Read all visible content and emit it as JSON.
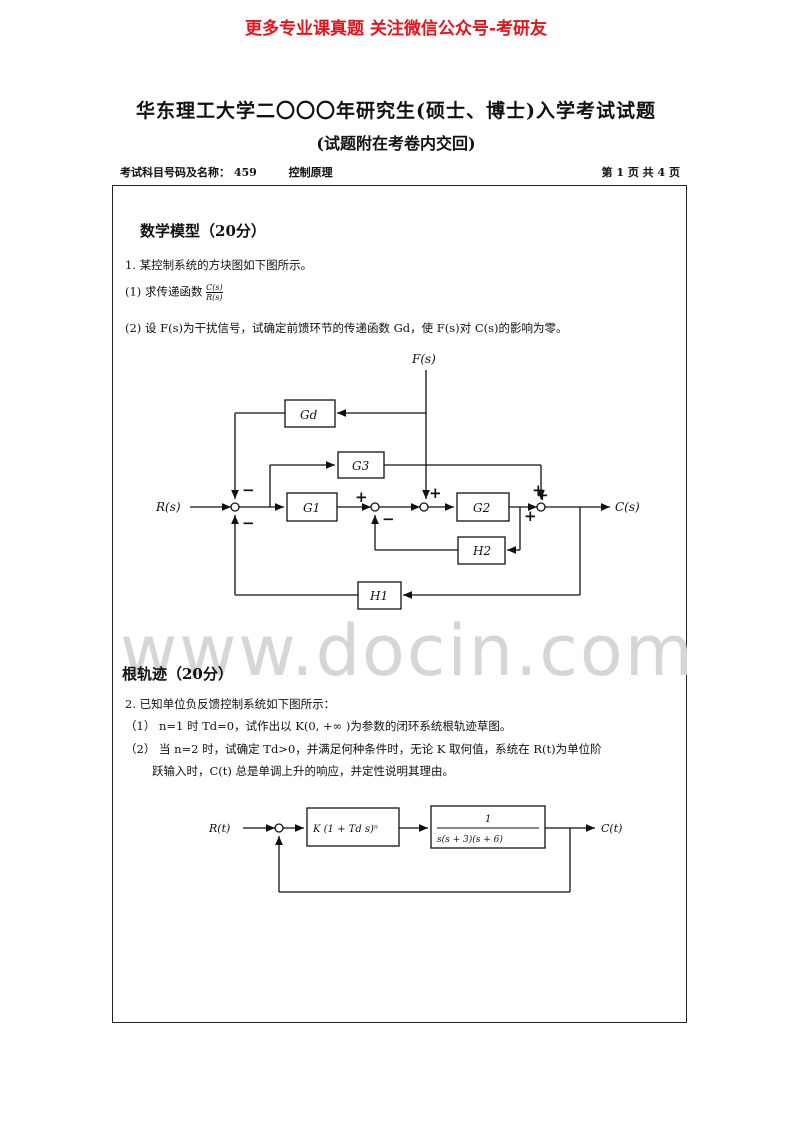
{
  "banner": "更多专业课真题 关注微信公众号-考研友",
  "header": {
    "title": "华东理工大学二〇〇〇年研究生(硕士、博士)入学考试试题",
    "subtitle": "(试题附在考卷内交回)",
    "subject_label": "考试科目号码及名称：",
    "subject_code": "459",
    "subject_name": "控制原理",
    "page_info": "第 1 页    共 4 页"
  },
  "section1": {
    "heading": "数学模型（20分）",
    "q1": "1. 某控制系统的方块图如下图所示。",
    "q1_1_prefix": "(1) 求传递函数",
    "q1_1_num": "C(s)",
    "q1_1_den": "R(s)",
    "q1_2": "(2) 设 F(s)为干扰信号，试确定前馈环节的传递函数 Gd，使 F(s)对 C(s)的影响为零。"
  },
  "diagram1": {
    "input": "R(s)",
    "output": "C(s)",
    "disturbance": "F(s)",
    "blocks": [
      "Gd",
      "G3",
      "G1",
      "G2",
      "H2",
      "H1"
    ],
    "signs": [
      "−",
      "−",
      "+",
      "−",
      "+",
      "+",
      "+",
      "+"
    ]
  },
  "watermark": "www.docin.com",
  "section2": {
    "heading": "根轨迹（20分）",
    "q2": "2. 已知单位负反馈控制系统如下图所示：",
    "q2_1": "（1） n=1 时 Td=0，试作出以 K(0, +∞ )为参数的闭环系统根轨迹草图。",
    "q2_2a": "（2） 当 n=2 时，试确定 Td>0，并满足何种条件时，无论 K 取何值，系统在 R(t)为单位阶",
    "q2_2b": "跃输入时，C(t) 总是单调上升的响应，并定性说明其理由。"
  },
  "diagram2": {
    "input": "R(t)",
    "output": "C(t)",
    "controller": "K (1 + Td s)ⁿ",
    "plant_num": "1",
    "plant_den": "s(s + 3)(s + 6)"
  }
}
